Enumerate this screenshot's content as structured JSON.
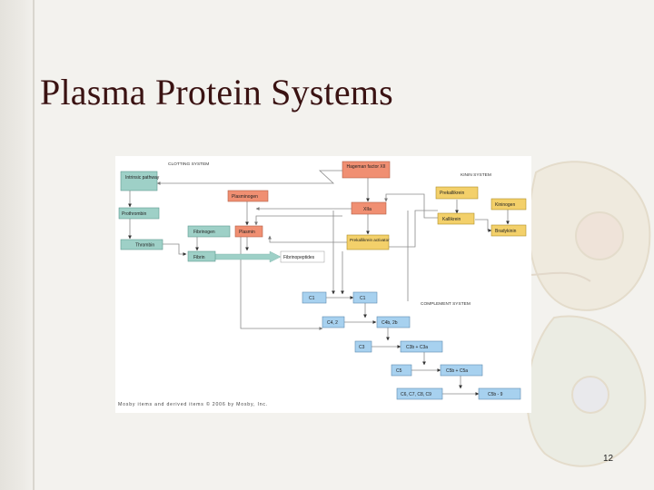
{
  "slide": {
    "title": "Plasma Protein Systems",
    "number": "12"
  },
  "diagram": {
    "sections": {
      "clotting": "CLOTTING SYSTEM",
      "kinin": "KININ SYSTEM",
      "complement": "COMPLEMENT SYSTEM"
    },
    "nodes": {
      "intrinsic": "Intrinsic pathway",
      "prothrombin": "Prothrombin",
      "thrombin": "Thrombin",
      "fibrinogen": "Fibrinogen",
      "fibrin": "Fibrin",
      "fibrinopeptides": "Fibrinopeptides",
      "plasminogen": "Plasminogen",
      "plasmin": "Plasmin",
      "hageman": "Hageman factor XII",
      "xiia": "XIIa",
      "prekallikrein_activator": "Prekallikrein activator",
      "prekallikrein": "Prekallikrein",
      "kallikrein": "Kallikrein",
      "kininogen": "Kininogen",
      "bradykinin": "Bradykinin",
      "c1_in": "C1",
      "c1_out": "C1",
      "c4_2": "C4, 2",
      "c4b_2b": "C4b, 2b",
      "c3": "C3",
      "c3b_c3a": "C3b + C3a",
      "c5": "C5",
      "c5b_c5a": "C5b + C5a",
      "c6_9": "C6, C7, C8, C9",
      "c5b_9": "C5b - 9"
    },
    "copyright": "Mosby items and derived items © 2006 by Mosby, Inc.",
    "colors": {
      "clotting_fill": "#9ed0c7",
      "hageman_fill": "#f08f72",
      "kinin_fill": "#f3d06a",
      "complement_fill": "#a7d1ef",
      "line": "#8a8a8a",
      "arrow": "#333333",
      "fibrin_arrow": "#9ed0c7"
    }
  }
}
